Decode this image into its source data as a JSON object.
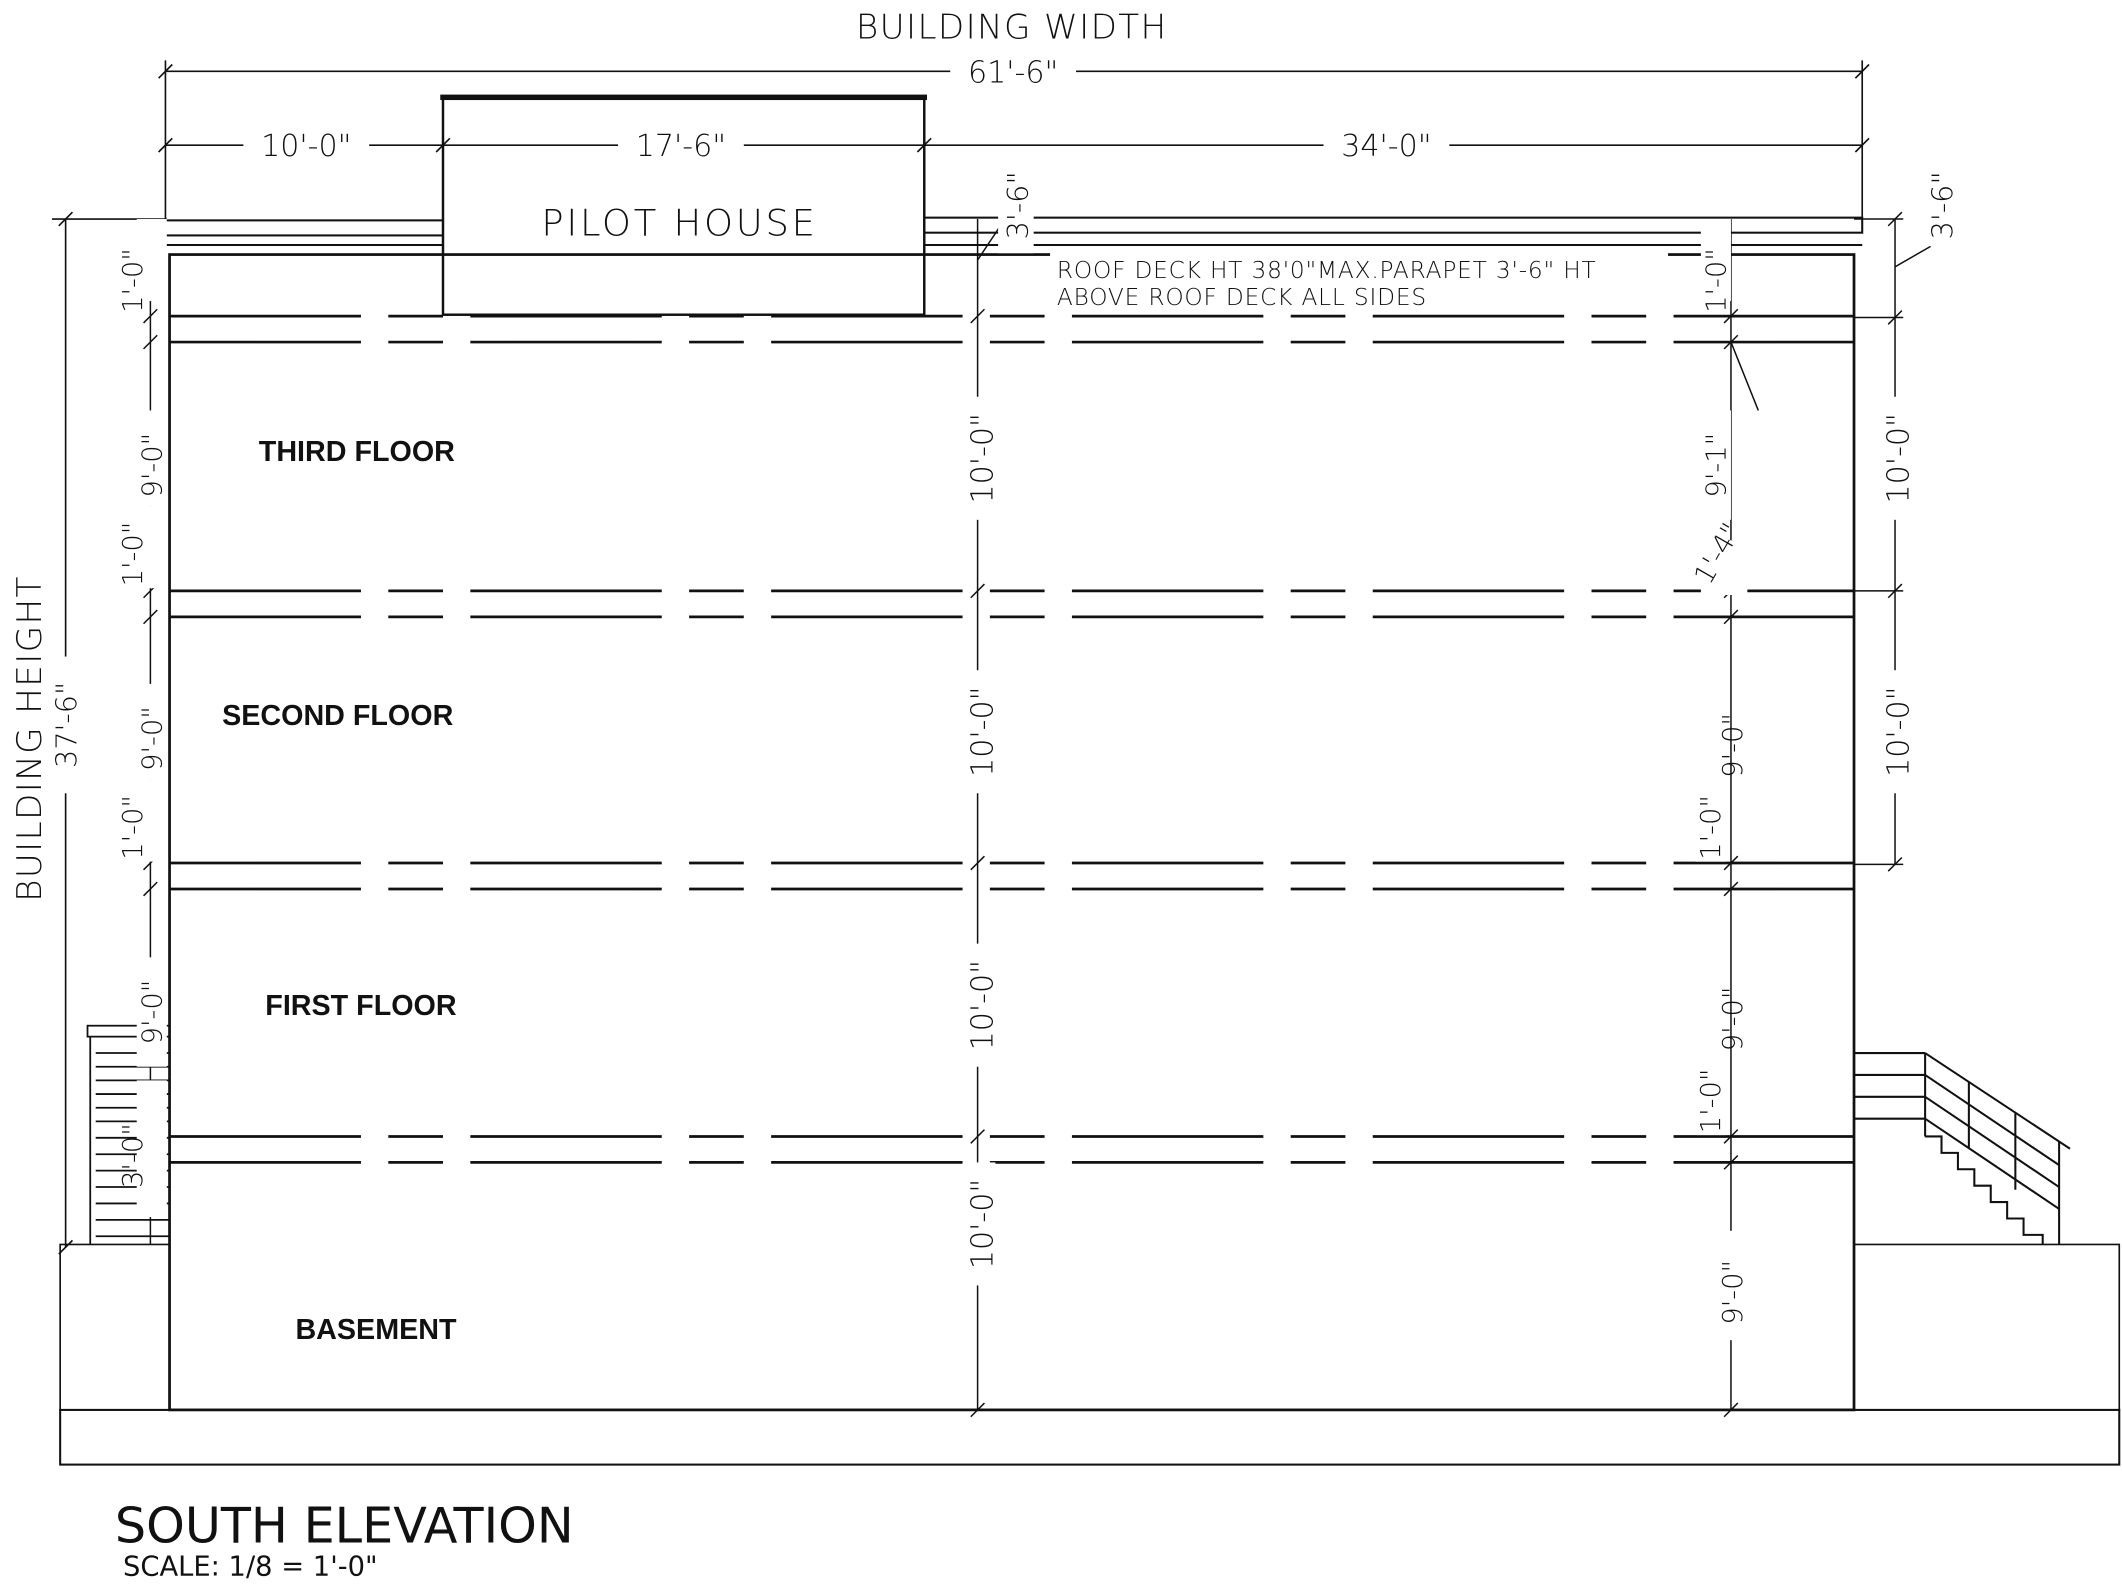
{
  "drawing": {
    "title": "SOUTH ELEVATION",
    "scale": "SCALE: 1/8 = 1'-0\"",
    "building_width_label": "BUILDING WIDTH",
    "building_height_label": "BUILDING HEIGHT",
    "pilot_house_label": "PILOT HOUSE",
    "roof_note_line1": "ROOF DECK HT 38'0\"MAX.PARAPET 3'-6\" HT",
    "roof_note_line2": "ABOVE ROOF DECK ALL SIDES"
  },
  "dimensions": {
    "overall_width": "61'-6\"",
    "left_segment": "10'-0\"",
    "pilot_segment": "17'-6\"",
    "right_segment": "34'-0\"",
    "overall_height": "37'-6\"",
    "parapet": "3'-6\"",
    "slab": "1'-0\"",
    "floor_clear": "9'-0\"",
    "floor_to_floor": "10'-0\"",
    "third_right": "9'-1\"",
    "third_right_slab": "1'-4\"",
    "basement_left": "3'-0\""
  },
  "floors": [
    {
      "name": "THIRD FLOOR"
    },
    {
      "name": "SECOND FLOOR"
    },
    {
      "name": "FIRST FLOOR"
    },
    {
      "name": "BASEMENT"
    }
  ]
}
